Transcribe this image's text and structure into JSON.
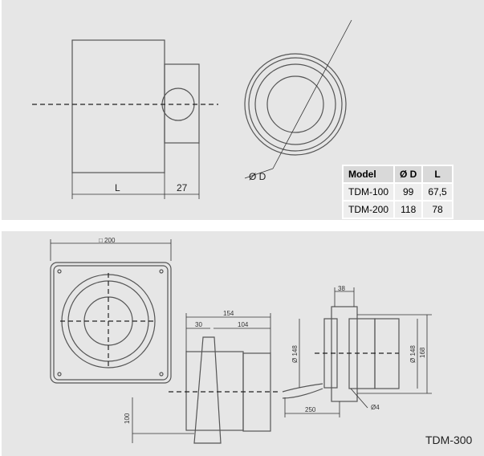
{
  "top_drawing": {
    "dim_L": "L",
    "dim_27": "27",
    "dim_diameter": "Ø D"
  },
  "table": {
    "headers": [
      "Model",
      "Ø D",
      "L"
    ],
    "rows": [
      [
        "TDM-100",
        "99",
        "67,5"
      ],
      [
        "TDM-200",
        "118",
        "78"
      ]
    ]
  },
  "bottom_drawing": {
    "dim_200": "□ 200",
    "dim_154": "154",
    "dim_30": "30",
    "dim_104": "104",
    "dim_100": "100",
    "dim_38": "38",
    "dim_d148_left": "Ø 148",
    "dim_d148_right": "Ø 148",
    "dim_168": "168",
    "dim_250": "250",
    "dim_d4": "Ø4"
  },
  "model_label": "TDM-300"
}
